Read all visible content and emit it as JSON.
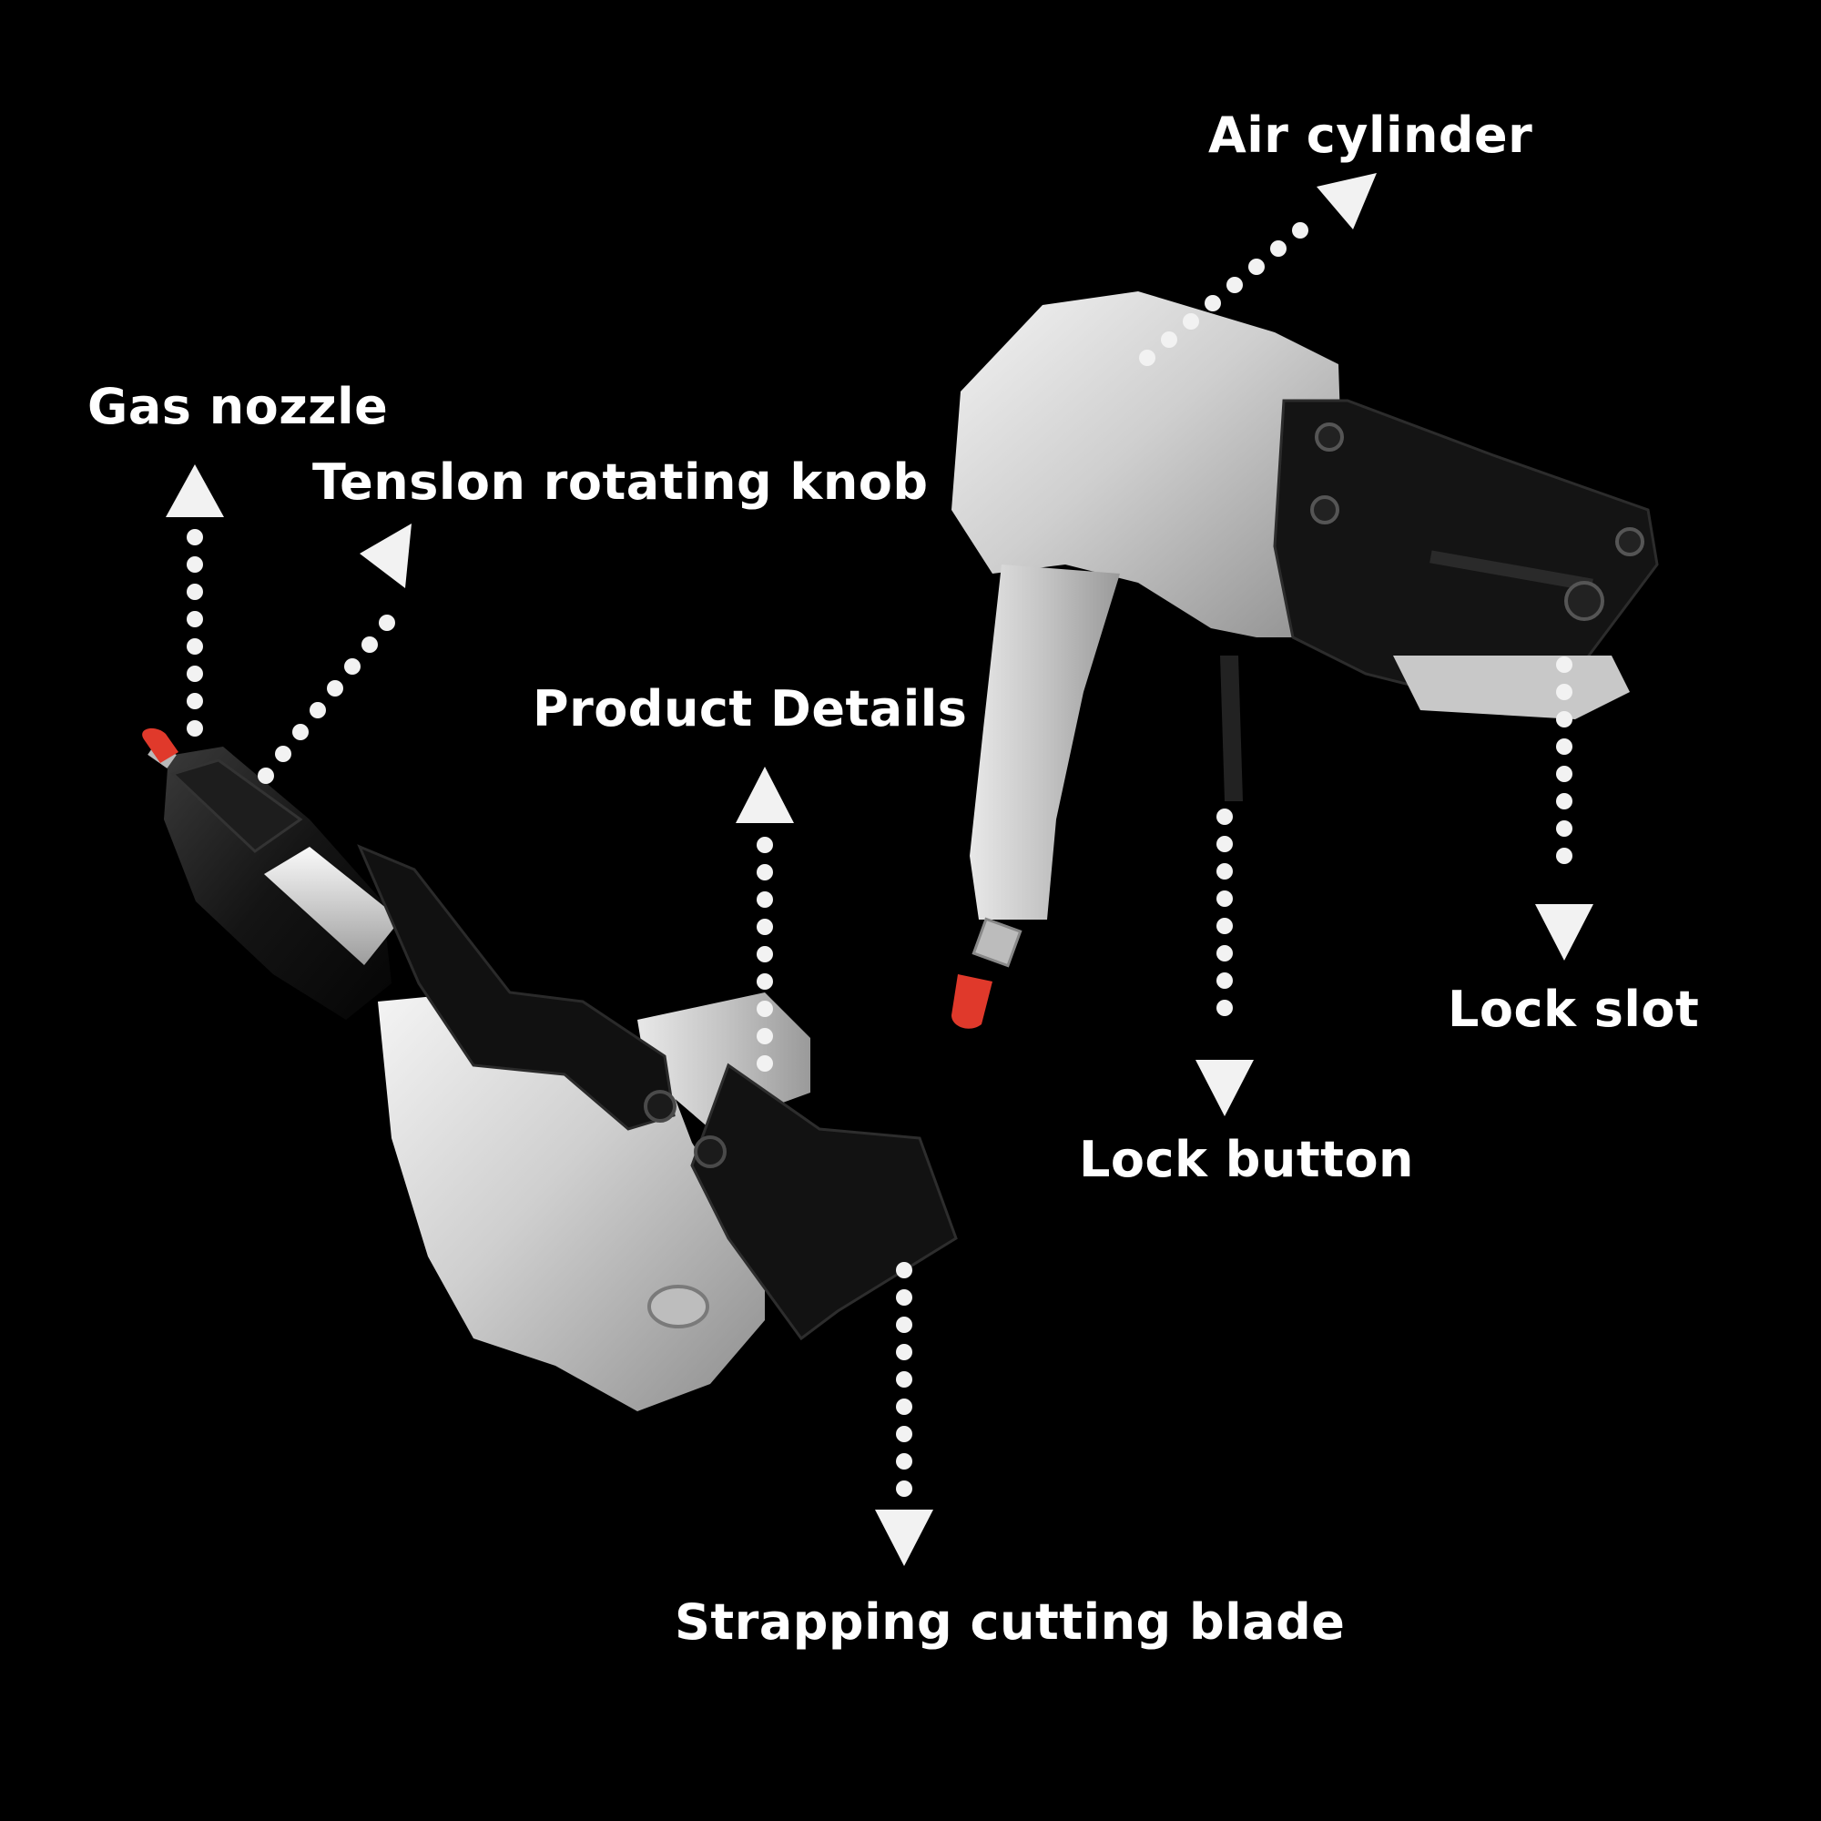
{
  "image": {
    "description_type": "product-callout-photo",
    "background_color": "#000000",
    "label_color": "#ffffff",
    "arrow_color": "#f2f2f2"
  },
  "callouts": {
    "gas_nozzle": "Gas nozzle",
    "tension_knob": "Tenslon rotating knob",
    "product_details": "Product Details",
    "strapping_blade": "Strapping cutting blade",
    "air_cylinder": "Air cylinder",
    "lock_button": "Lock button",
    "lock_slot": "Lock slot"
  }
}
